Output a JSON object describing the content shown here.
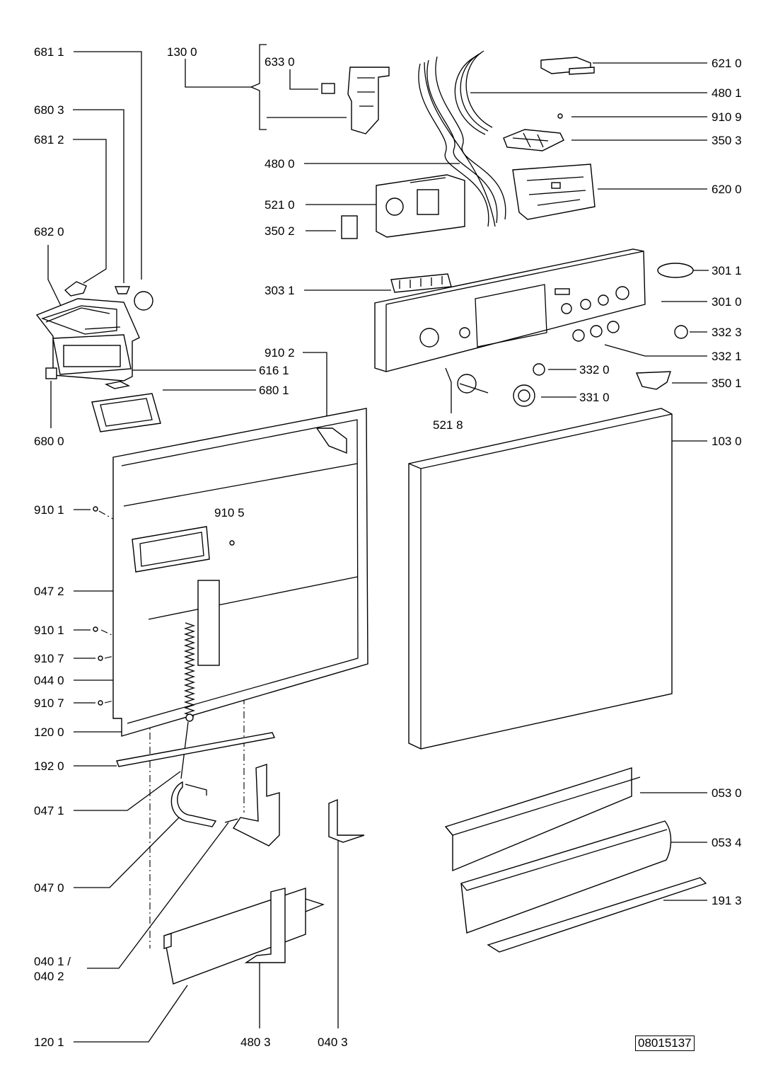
{
  "doc_number": "08015137",
  "labels": [
    {
      "id": "p6811",
      "text": "681 1"
    },
    {
      "id": "p1300",
      "text": "130 0"
    },
    {
      "id": "p6330",
      "text": "633 0"
    },
    {
      "id": "p6210",
      "text": "621 0"
    },
    {
      "id": "p4801",
      "text": "480 1"
    },
    {
      "id": "p6803",
      "text": "680 3"
    },
    {
      "id": "p9109",
      "text": "910 9"
    },
    {
      "id": "p6812",
      "text": "681 2"
    },
    {
      "id": "p3503",
      "text": "350 3"
    },
    {
      "id": "p4800",
      "text": "480 0"
    },
    {
      "id": "p5210",
      "text": "521 0"
    },
    {
      "id": "p6200",
      "text": "620 0"
    },
    {
      "id": "p6820",
      "text": "682 0"
    },
    {
      "id": "p3502",
      "text": "350 2"
    },
    {
      "id": "p3011",
      "text": "301 1"
    },
    {
      "id": "p3031",
      "text": "303 1"
    },
    {
      "id": "p3010",
      "text": "301 0"
    },
    {
      "id": "p3323",
      "text": "332 3"
    },
    {
      "id": "p9102",
      "text": "910 2"
    },
    {
      "id": "p3321",
      "text": "332 1"
    },
    {
      "id": "p6161",
      "text": "616 1"
    },
    {
      "id": "p6801",
      "text": "680 1"
    },
    {
      "id": "p3320",
      "text": "332 0"
    },
    {
      "id": "p3501",
      "text": "350 1"
    },
    {
      "id": "p3310",
      "text": "331 0"
    },
    {
      "id": "p5218",
      "text": "521 8"
    },
    {
      "id": "p6800",
      "text": "680 0"
    },
    {
      "id": "p1030",
      "text": "103 0"
    },
    {
      "id": "p9101a",
      "text": "910 1"
    },
    {
      "id": "p9105",
      "text": "910 5"
    },
    {
      "id": "p0472",
      "text": "047 2"
    },
    {
      "id": "p9101b",
      "text": "910 1"
    },
    {
      "id": "p9107a",
      "text": "910 7"
    },
    {
      "id": "p0440",
      "text": "044 0"
    },
    {
      "id": "p9107b",
      "text": "910 7"
    },
    {
      "id": "p1200",
      "text": "120 0"
    },
    {
      "id": "p1920",
      "text": "192 0"
    },
    {
      "id": "p0471",
      "text": "047 1"
    },
    {
      "id": "p0530",
      "text": "053 0"
    },
    {
      "id": "p0534",
      "text": "053 4"
    },
    {
      "id": "p0470",
      "text": "047 0"
    },
    {
      "id": "p1913",
      "text": "191 3"
    },
    {
      "id": "p0401",
      "text": "040 1 /"
    },
    {
      "id": "p0402",
      "text": "040 2"
    },
    {
      "id": "p1201",
      "text": "120 1"
    },
    {
      "id": "p4803",
      "text": "480 3"
    },
    {
      "id": "p0403",
      "text": "040 3"
    }
  ]
}
